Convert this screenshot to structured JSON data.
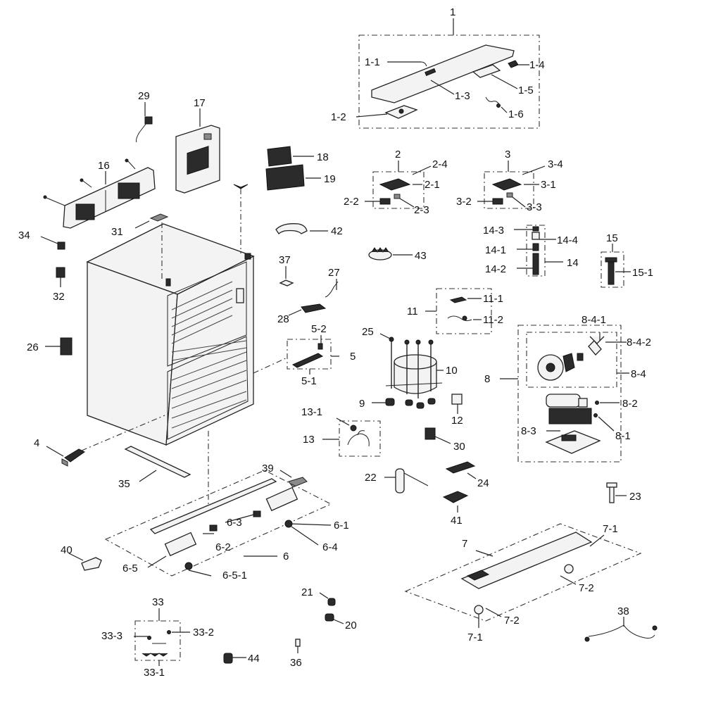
{
  "callouts": {
    "c1": "1",
    "c1_1": "1-1",
    "c1_2": "1-2",
    "c1_3": "1-3",
    "c1_4": "1-4",
    "c1_5": "1-5",
    "c1_6": "1-6",
    "c2": "2",
    "c2_1": "2-1",
    "c2_2": "2-2",
    "c2_3": "2-3",
    "c2_4": "2-4",
    "c3": "3",
    "c3_1": "3-1",
    "c3_2": "3-2",
    "c3_3": "3-3",
    "c3_4": "3-4",
    "c4": "4",
    "c5": "5",
    "c5_1": "5-1",
    "c5_2": "5-2",
    "c6": "6",
    "c6_1": "6-1",
    "c6_2": "6-2",
    "c6_3": "6-3",
    "c6_4": "6-4",
    "c6_5": "6-5",
    "c6_5_1": "6-5-1",
    "c7": "7",
    "c7_1a": "7-1",
    "c7_1b": "7-1",
    "c7_2a": "7-2",
    "c7_2b": "7-2",
    "c8": "8",
    "c8_1": "8-1",
    "c8_2": "8-2",
    "c8_3": "8-3",
    "c8_4": "8-4",
    "c8_4_1": "8-4-1",
    "c8_4_2": "8-4-2",
    "c9": "9",
    "c10": "10",
    "c11": "11",
    "c11_1": "11-1",
    "c11_2": "11-2",
    "c12": "12",
    "c13": "13",
    "c13_1": "13-1",
    "c14": "14",
    "c14_1": "14-1",
    "c14_2": "14-2",
    "c14_3": "14-3",
    "c14_4": "14-4",
    "c15": "15",
    "c15_1": "15-1",
    "c16": "16",
    "c17": "17",
    "c18": "18",
    "c19": "19",
    "c20": "20",
    "c21": "21",
    "c22": "22",
    "c23": "23",
    "c24": "24",
    "c25": "25",
    "c26": "26",
    "c27": "27",
    "c28": "28",
    "c29": "29",
    "c30": "30",
    "c31": "31",
    "c32": "32",
    "c33": "33",
    "c33_1": "33-1",
    "c33_2": "33-2",
    "c33_3": "33-3",
    "c34": "34",
    "c35": "35",
    "c36": "36",
    "c37": "37",
    "c38": "38",
    "c39": "39",
    "c40": "40",
    "c41": "41",
    "c42": "42",
    "c43": "43",
    "c44": "44"
  }
}
